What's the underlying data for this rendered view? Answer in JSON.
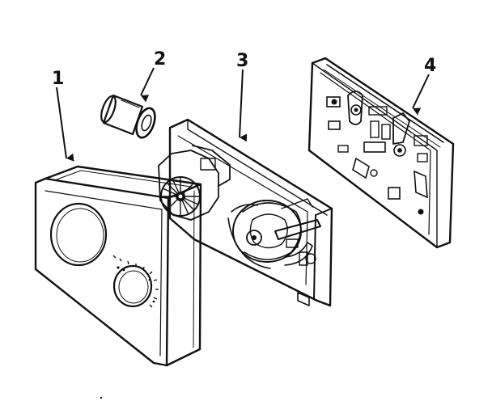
{
  "diagram": {
    "callouts": [
      {
        "id": "part-1",
        "label": "1"
      },
      {
        "id": "part-2",
        "label": "2"
      },
      {
        "id": "part-3",
        "label": "3"
      },
      {
        "id": "part-4",
        "label": "4"
      }
    ],
    "colors": {
      "ink": "#111111",
      "paper": "#ffffff"
    }
  }
}
